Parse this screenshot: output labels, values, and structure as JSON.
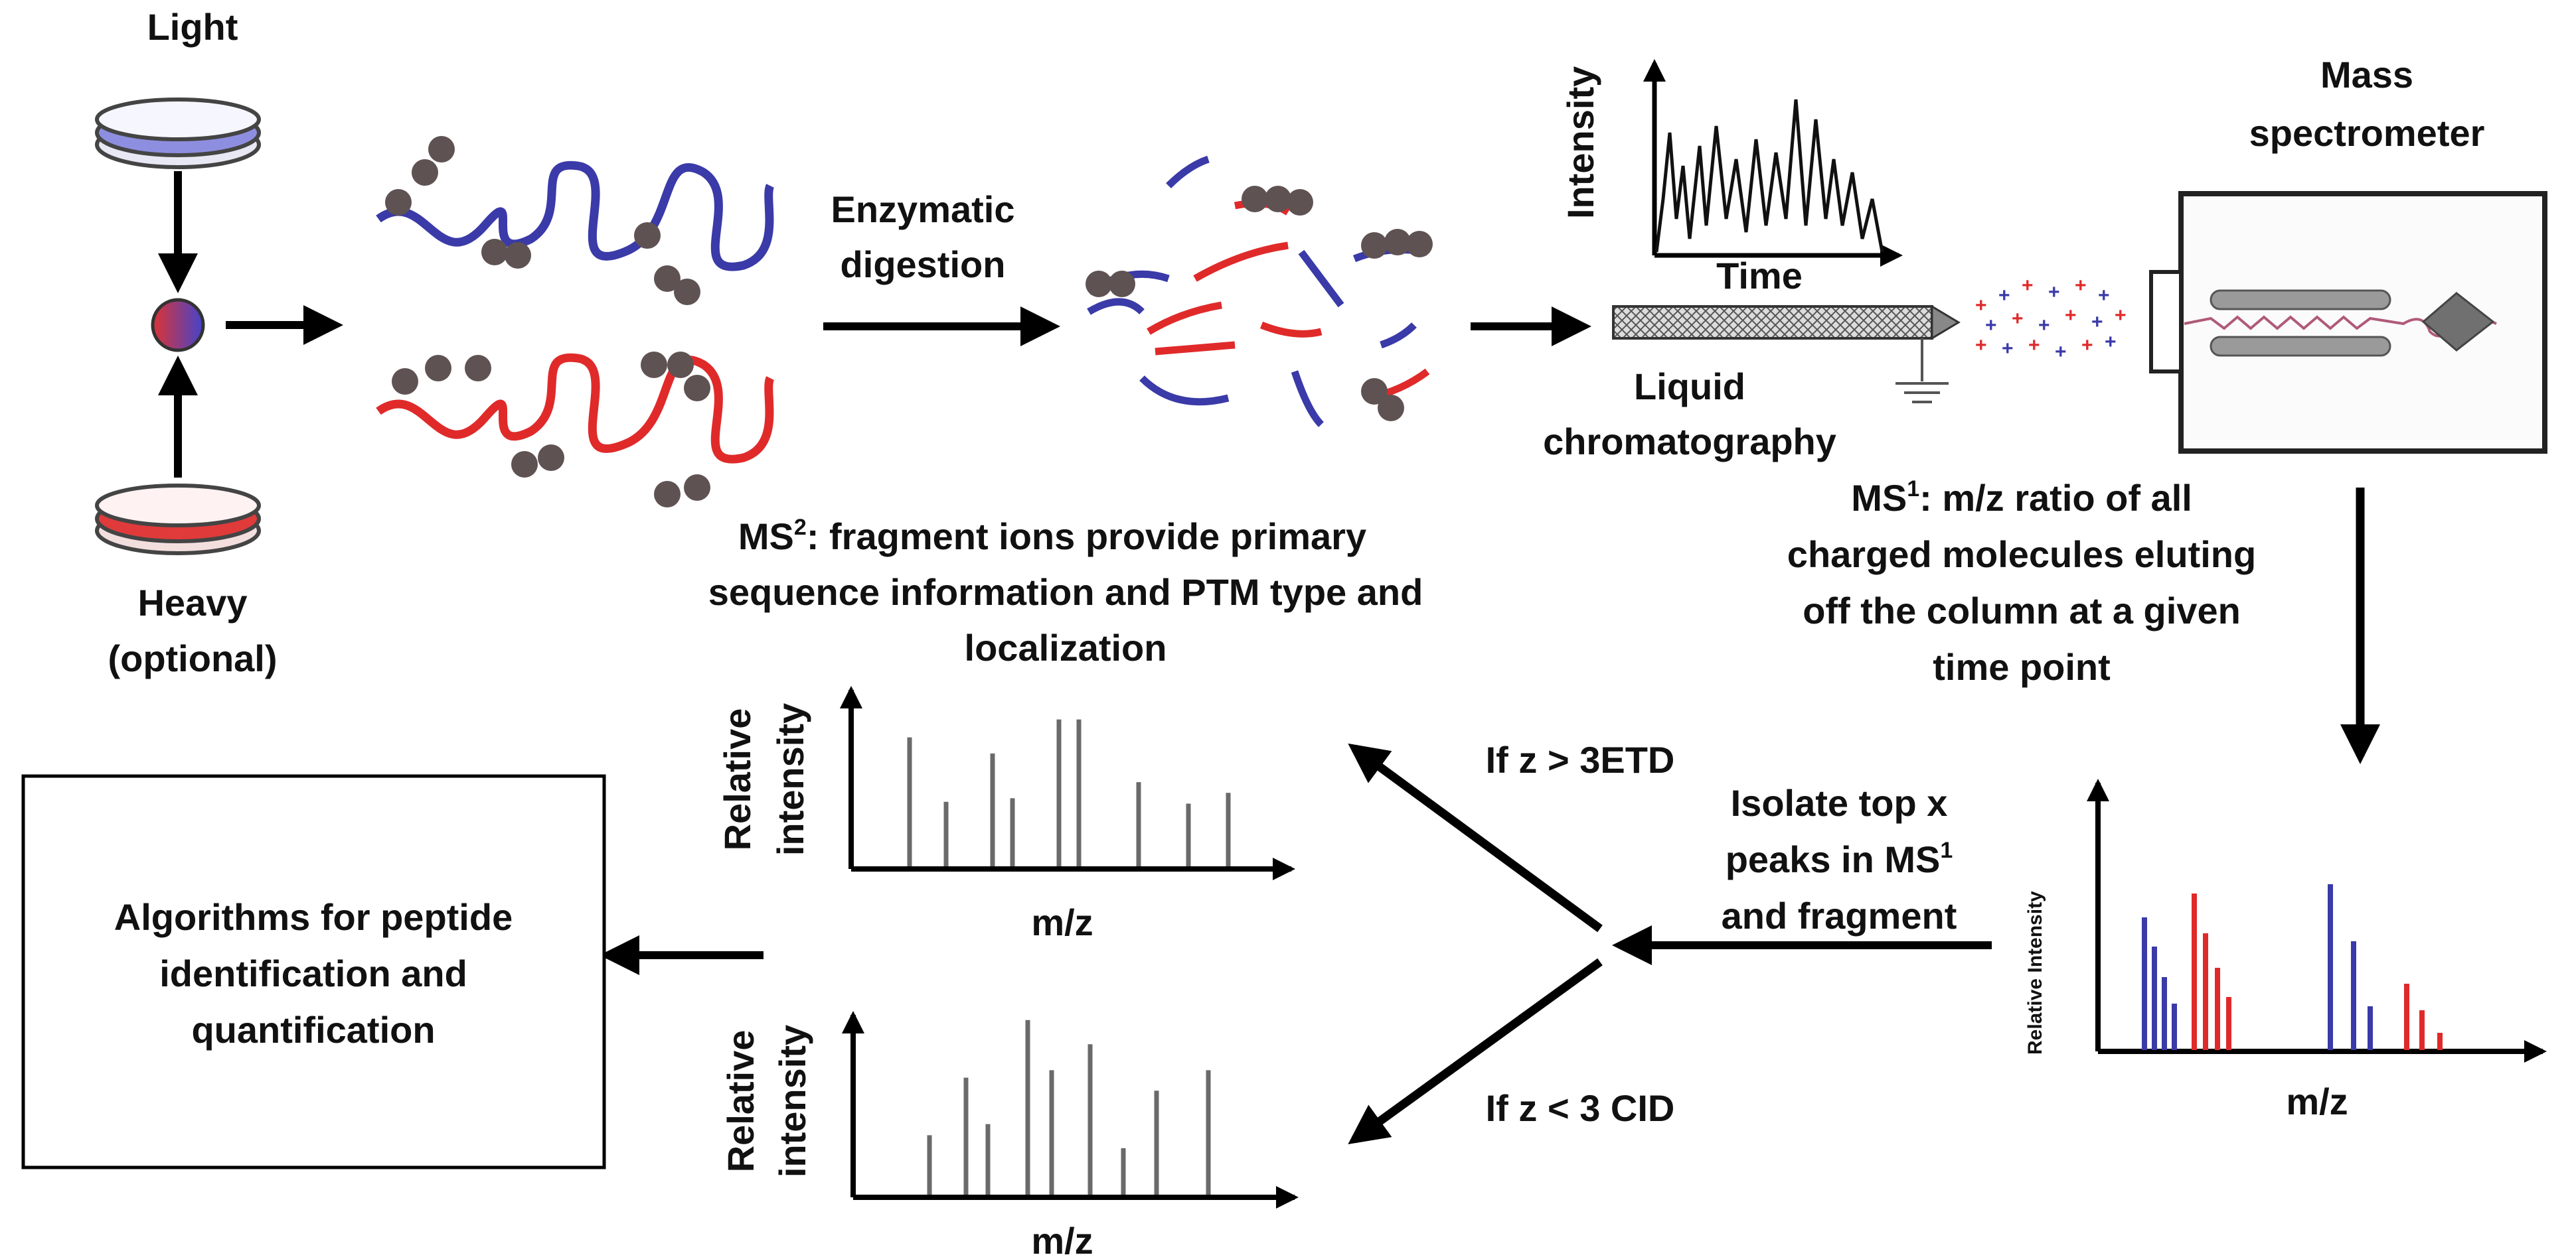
{
  "labels": {
    "light": "Light",
    "heavy_line1": "Heavy",
    "heavy_line2": "(optional)",
    "digestion_line1": "Enzymatic",
    "digestion_line2": "digestion",
    "chrom_intensity": "Intensity",
    "chrom_time": "Time",
    "lc_line1": "Liquid",
    "lc_line2": "chromatography",
    "ms_line1": "Mass",
    "ms_line2": "spectrometer",
    "ms1_prefix": "MS",
    "ms1_sup": "1",
    "ms1_line1_rest": ": m/z ratio of all",
    "ms1_line2": "charged molecules eluting",
    "ms1_line3": "off the column at a given",
    "ms1_line4": "time point",
    "ms2_prefix": "MS",
    "ms2_sup": "2",
    "ms2_line1_rest": ": fragment ions provide primary",
    "ms2_line2": "sequence information and PTM type and",
    "ms2_line3": "localization",
    "rel_intensity_small": "Relative Intensity",
    "mz": "m/z",
    "isolate_line1": "Isolate top x",
    "isolate_line2_pre": "peaks in MS",
    "isolate_line2_sup": "1",
    "isolate_line3": "and fragment",
    "etd": "If z > 3ETD",
    "cid": "If z < 3 CID",
    "rel_line1": "Relative",
    "rel_line2": "intensity",
    "algo_line1": "Algorithms for peptide",
    "algo_line2": "identification and",
    "algo_line3": "quantification"
  },
  "colors": {
    "blue": "#3a3aa8",
    "red": "#e02a2a",
    "gray": "#6a6a6a",
    "bead": "#5f5252",
    "light_dish": "#8e8ee0",
    "heavy_dish": "#e03a3a"
  },
  "ms1_spectrum": {
    "blue_peaks": [
      1.0,
      0.78,
      0.55,
      0.35,
      1.25,
      0.82,
      0.33
    ],
    "red_peaks": [
      1.18,
      0.88,
      0.62,
      0.4,
      0.5,
      0.3,
      0.13
    ]
  },
  "etd_spectrum": [
    0.72,
    0.36,
    0.63,
    0.38,
    0.82,
    0.82,
    0.47,
    0.35,
    0.41
  ],
  "cid_spectrum": [
    0.32,
    0.63,
    0.38,
    0.94,
    0.67,
    0.81,
    0.25,
    0.56,
    0.67
  ]
}
